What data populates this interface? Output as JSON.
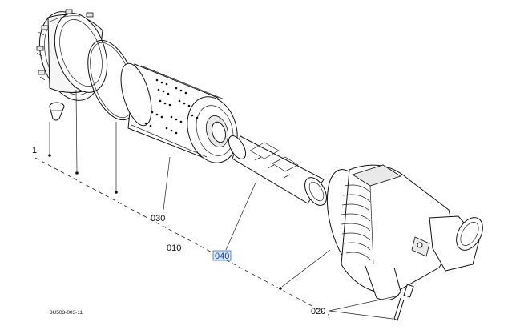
{
  "callouts": {
    "c030": "030",
    "c010": "010",
    "c040": "040",
    "c020": "020"
  },
  "mark": "1",
  "diagram_code": "3U503-003-11",
  "colors": {
    "line": "#111111",
    "highlight_fill": "#dbe9fb",
    "highlight_stroke": "#3a6fc4"
  }
}
